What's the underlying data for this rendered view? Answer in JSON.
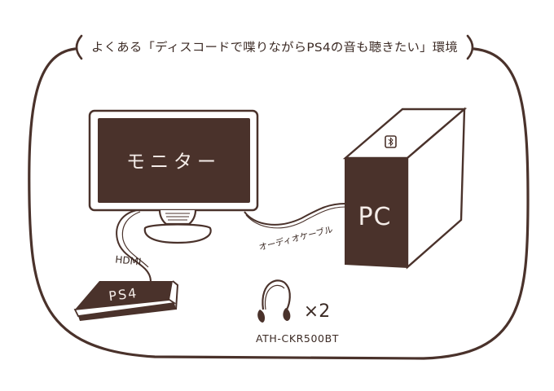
{
  "title": "よくある「ディスコードで喋りながらPS4の音も聴きたい」環境",
  "devices": {
    "monitor": {
      "label": "モニター"
    },
    "pc": {
      "label": "PC",
      "icon": "bluetooth-icon"
    },
    "ps4": {
      "label": "PS4"
    },
    "headset": {
      "model": "ATH-CKR500BT",
      "quantity": "×2",
      "icon": "headset-icon"
    }
  },
  "cables": {
    "hdmi": "HDMI",
    "audio": "オーディオケーブル"
  },
  "colors": {
    "ink": "#3b2a24",
    "fill": "#4a322b",
    "screen_text": "#f4ece8"
  }
}
